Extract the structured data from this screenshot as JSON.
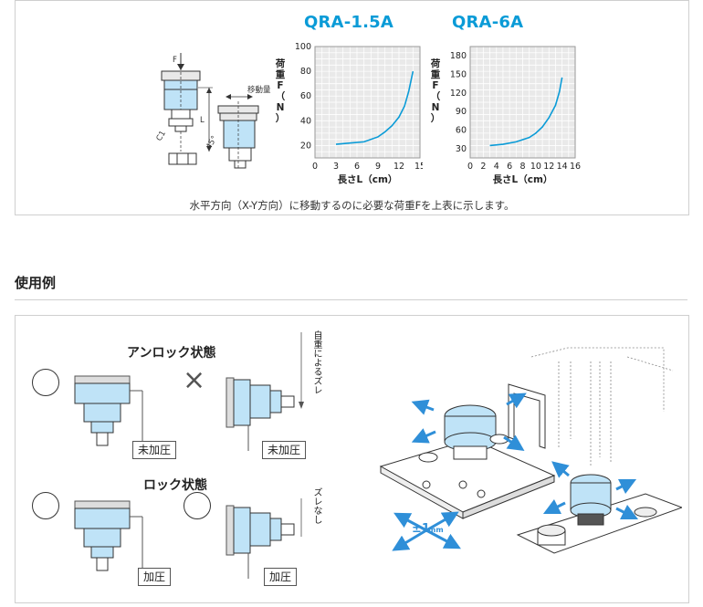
{
  "top": {
    "caption": "水平方向（X-Y方向）に移動するのに必要な荷重Fを上表に示します。",
    "diagram_labels": {
      "force": "F",
      "length": "L",
      "move": "移動量",
      "chamfer": "C1",
      "angle": "45°"
    }
  },
  "charts": {
    "ylabel": "荷重 F （N）",
    "xlabel": "長さL（cm）"
  },
  "chart_data": [
    {
      "type": "line",
      "title": "QRA-1.5A",
      "xlabel": "長さL（cm）",
      "ylabel": "荷重 F （N）",
      "xlim": [
        0,
        15
      ],
      "ylim": [
        10,
        100
      ],
      "xticks": [
        0,
        3,
        6,
        9,
        12,
        15
      ],
      "yticks": [
        20,
        40,
        60,
        80,
        100
      ],
      "grid": true,
      "x": [
        3,
        5,
        7,
        9,
        10,
        11,
        12,
        12.8,
        13.4,
        14
      ],
      "y": [
        21,
        22,
        23,
        27,
        31,
        36,
        43,
        52,
        64,
        80
      ],
      "color": "#0a9bd7"
    },
    {
      "type": "line",
      "title": "QRA-6A",
      "xlabel": "長さL（cm）",
      "ylabel": "荷重 F （N）",
      "xlim": [
        0,
        16
      ],
      "ylim": [
        15,
        195
      ],
      "xticks": [
        0,
        2,
        4,
        6,
        8,
        10,
        12,
        14,
        16
      ],
      "yticks": [
        30,
        60,
        90,
        120,
        150,
        180
      ],
      "grid": true,
      "x": [
        3,
        5,
        7,
        9,
        10,
        11,
        12,
        13,
        13.6,
        14
      ],
      "y": [
        35,
        37,
        41,
        48,
        55,
        65,
        80,
        100,
        122,
        145
      ],
      "color": "#0a9bd7"
    }
  ],
  "examples": {
    "section_title": "使用例",
    "unlock_title": "アンロック状態",
    "lock_title": "ロック状態",
    "no_pressure": "未加圧",
    "pressure": "加圧",
    "side_label_unlock": "自重によるズレ",
    "side_label_lock": "ズレなし",
    "cross_mark": "×",
    "offset_label": "±1",
    "offset_unit": "mm",
    "colors": {
      "accent": "#0a9bd7",
      "part": "#bfe3f7",
      "arrow": "#2f8fd8"
    }
  }
}
